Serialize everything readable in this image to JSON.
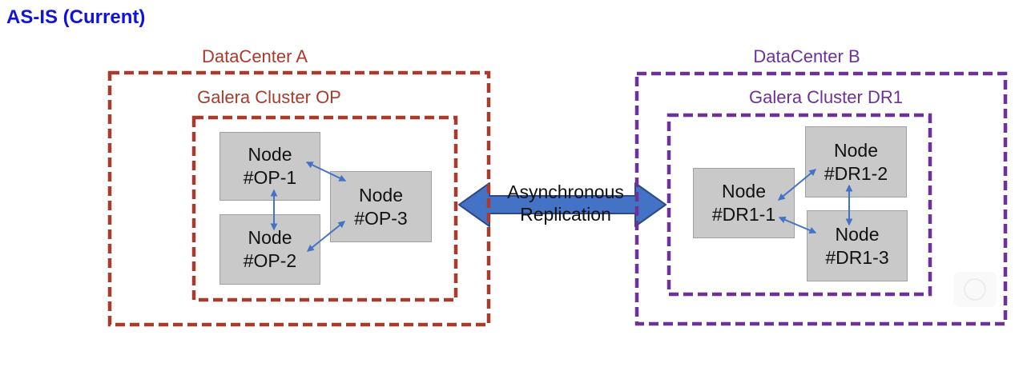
{
  "title": {
    "text": "AS-IS (Current)"
  },
  "datacenters": [
    {
      "label": "DataCenter A",
      "cluster_label": "Galera Cluster OP",
      "nodes": [
        {
          "label": "Node\n#OP-1"
        },
        {
          "label": "Node\n#OP-2"
        },
        {
          "label": "Node\n#OP-3"
        }
      ]
    },
    {
      "label": "DataCenter B",
      "cluster_label": "Galera Cluster DR1",
      "nodes": [
        {
          "label": "Node\n#DR1-1"
        },
        {
          "label": "Node\n#DR1-2"
        },
        {
          "label": "Node\n#DR1-3"
        }
      ]
    }
  ],
  "replication": {
    "label": "Asynchronous\nReplication"
  },
  "colors": {
    "title_blue": "#1212dd",
    "dc_a": "#a93b2d",
    "dc_b": "#6d3198",
    "node_fill": "#c9c9c9",
    "node_border": "#a0a0a0",
    "node_text": "#111111",
    "link_arrow": "#4472c4",
    "repl_fill": "#4472c4",
    "repl_stroke": "#2b4a86",
    "repl_text": "#111111"
  }
}
